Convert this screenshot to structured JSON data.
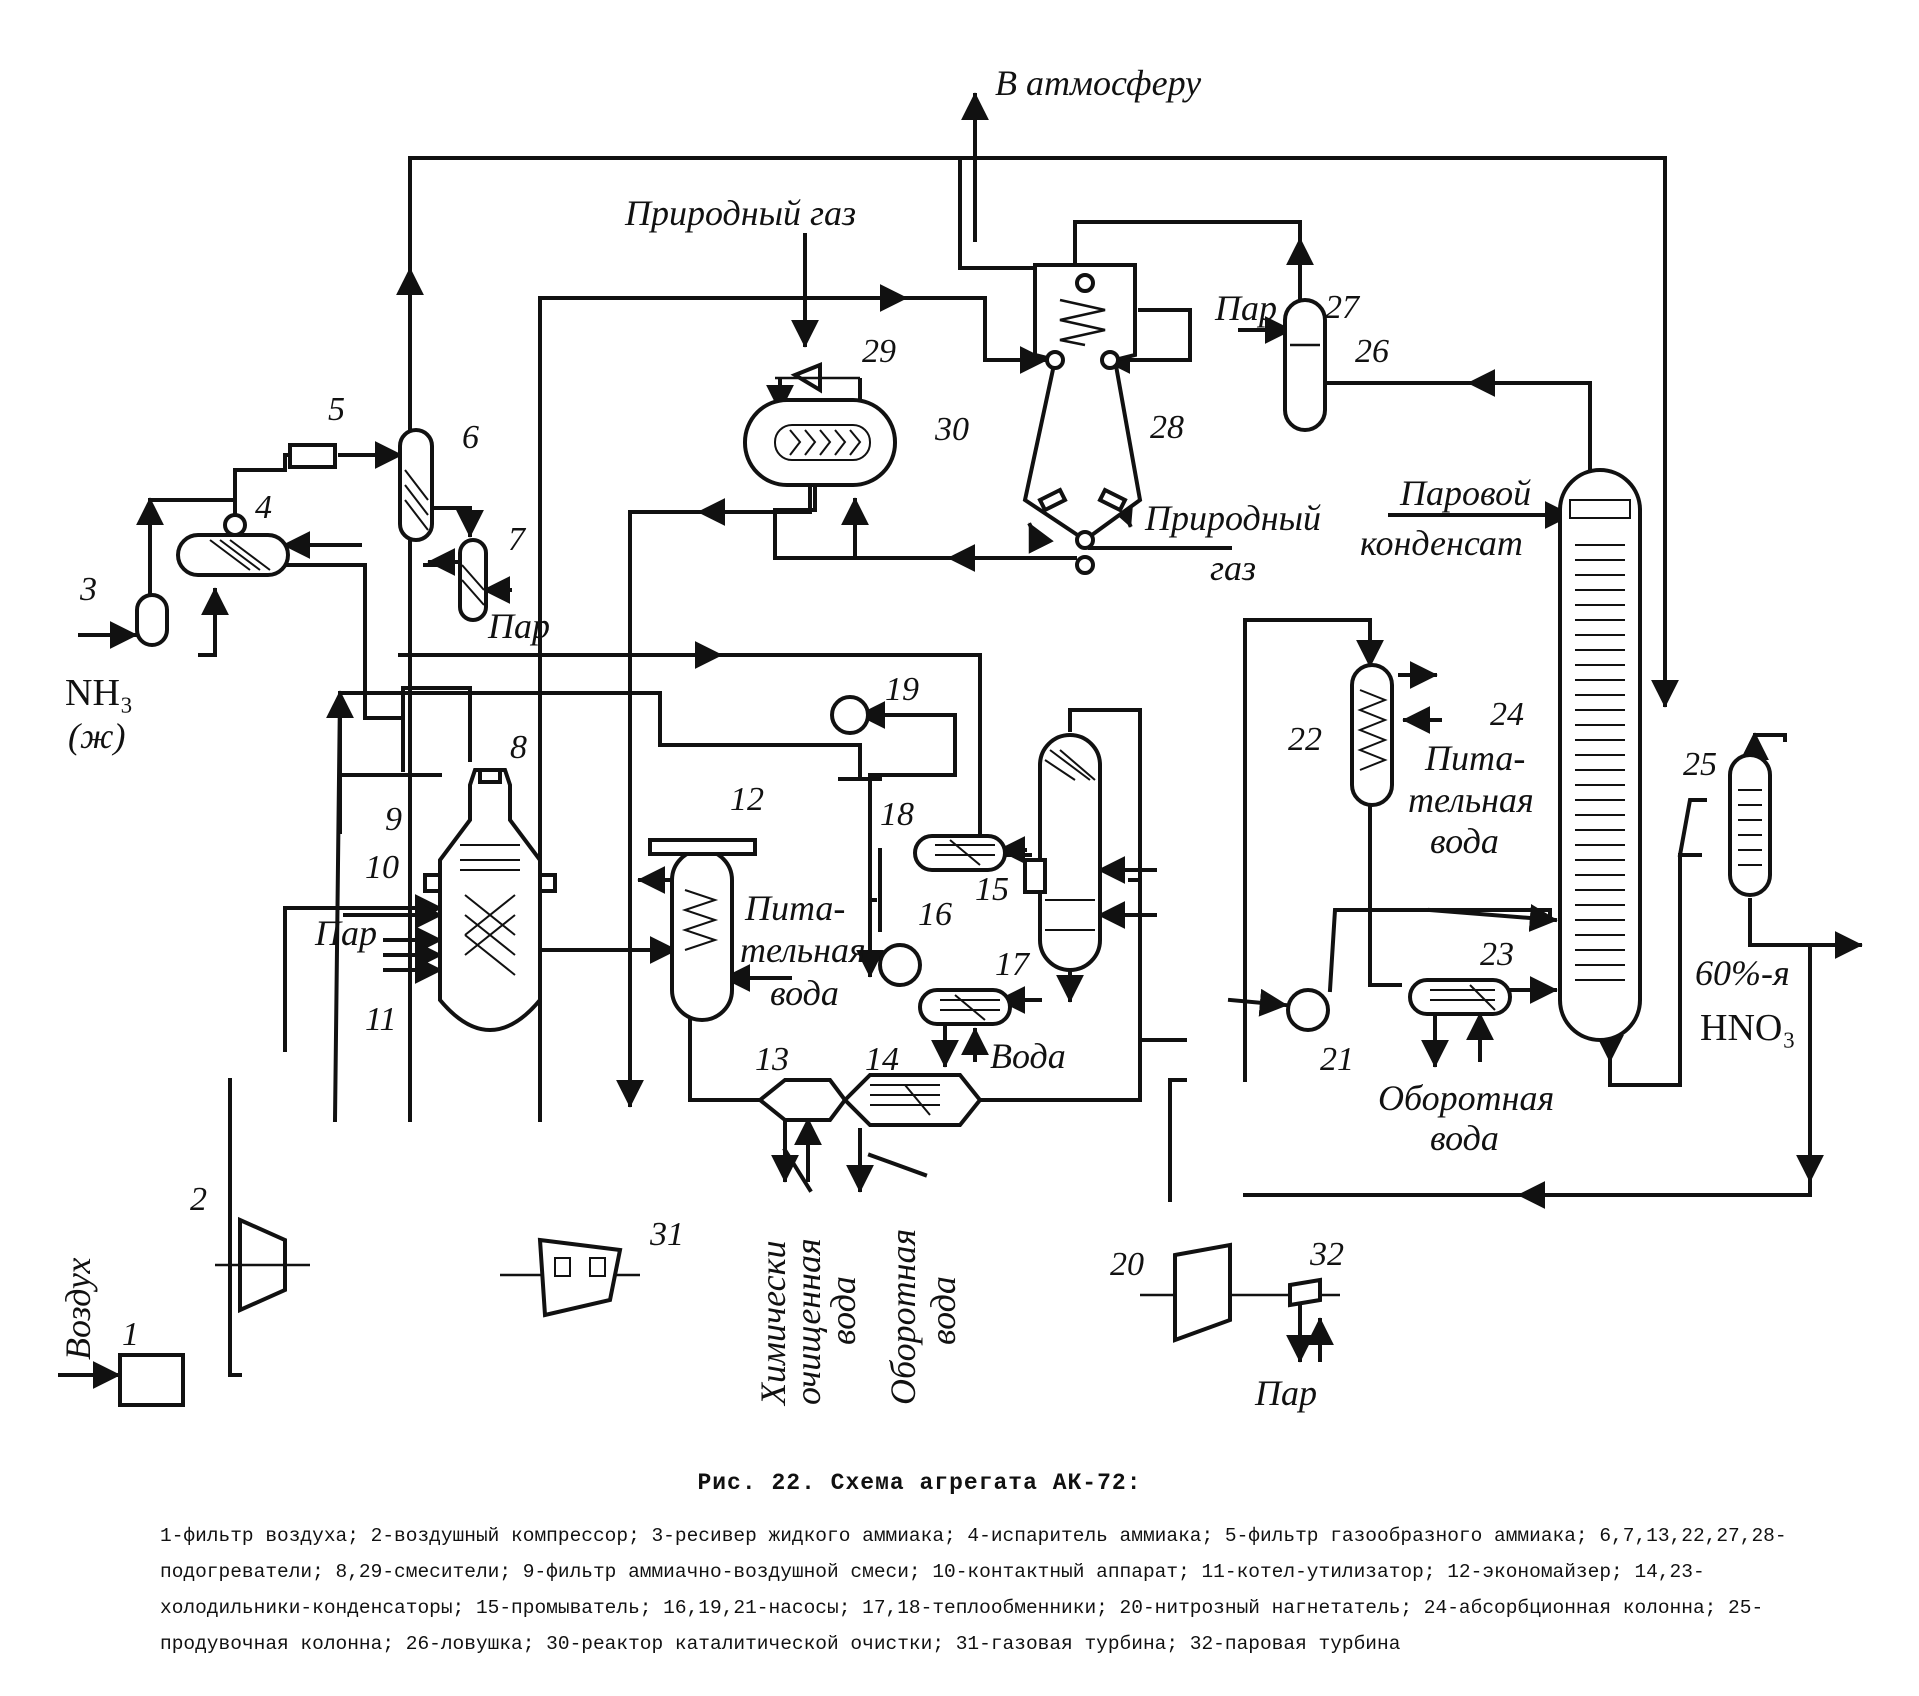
{
  "labels": {
    "atmosphere": "В атмосферу",
    "natural_gas_top": "Природный газ",
    "natural_gas_right_1": "Природный",
    "natural_gas_right_2": "газ",
    "steam_27": "Пар",
    "steam_7": "Пар",
    "steam_11": "Пар",
    "steam_32": "Пар",
    "steam_condensate_1": "Паровой",
    "steam_condensate_2": "конденсат",
    "nh3": "NH₃",
    "nh3_liquid": "(ж)",
    "air": "Воздух",
    "feed_water_12_1": "Пита-",
    "feed_water_12_2": "тельная",
    "feed_water_12_3": "вода",
    "feed_water_22_1": "Пита-",
    "feed_water_22_2": "тельная",
    "feed_water_22_3": "вода",
    "water_17": "Вода",
    "circ_water_23_1": "Оборотная",
    "circ_water_23_2": "вода",
    "chem_water_1": "Химически",
    "chem_water_2": "очищенная",
    "chem_water_3": "вода",
    "circ_water_14_1": "Оборотная",
    "circ_water_14_2": "вода",
    "acid_1": "60%-я",
    "acid_2": "HNO₃"
  },
  "numbers": [
    "1",
    "2",
    "3",
    "4",
    "5",
    "6",
    "7",
    "8",
    "9",
    "10",
    "11",
    "12",
    "13",
    "14",
    "15",
    "16",
    "17",
    "18",
    "19",
    "20",
    "21",
    "22",
    "23",
    "24",
    "25",
    "26",
    "27",
    "28",
    "29",
    "30",
    "31",
    "32"
  ],
  "caption": {
    "title": "Рис. 22. Схема агрегата АК-72:",
    "legend": "1-фильтр воздуха; 2-воздушный компрессор; 3-ресивер жидкого аммиака; 4-испаритель аммиака; 5-фильтр газообразного аммиака; 6,7,13,22,27,28-подогреватели; 8,29-смесители; 9-фильтр аммиачно-воздушной смеси; 10-контактный аппарат; 11-котел-утилизатор; 12-экономайзер; 14,23-холодильники-конденсаторы; 15-промыватель; 16,19,21-насосы; 17,18-теплообменники; 20-нитрозный нагнетатель; 24-абсорбционная колонна; 25-продувочная колонна; 26-ловушка; 30-реактор каталитической очистки; 31-газовая турбина; 32-паровая турбина"
  }
}
